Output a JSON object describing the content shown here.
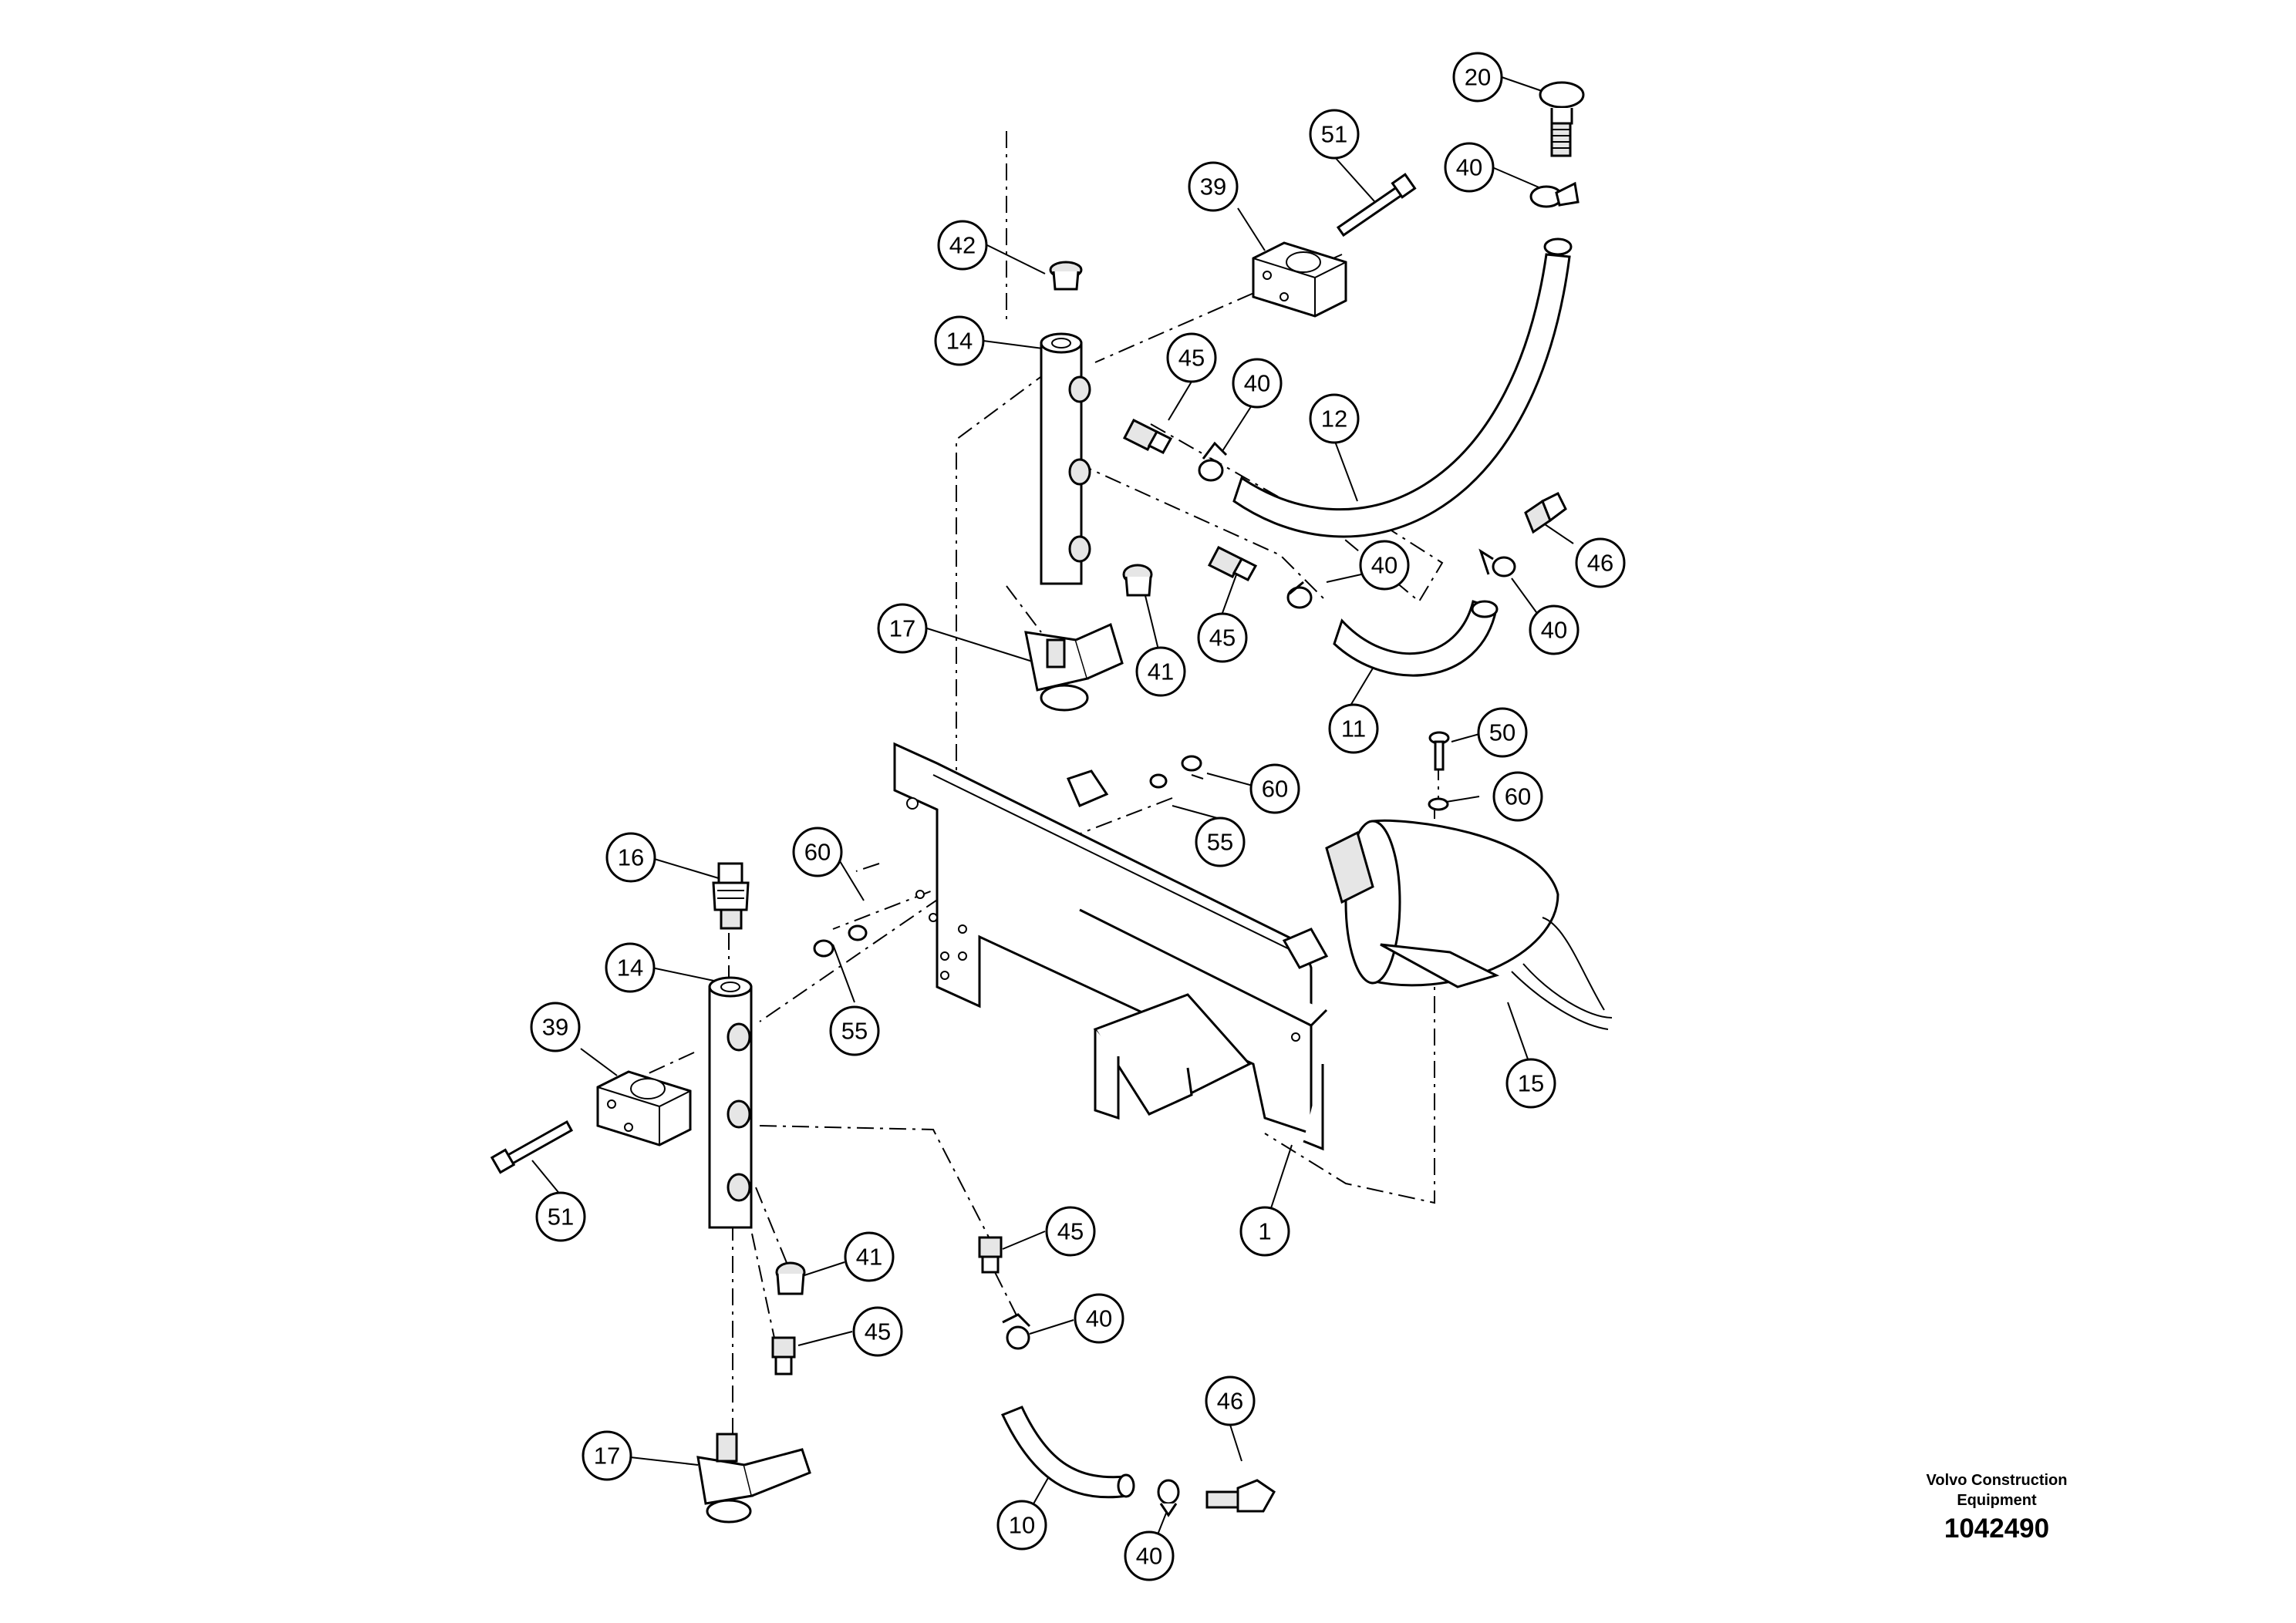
{
  "diagram": {
    "type": "exploded parts diagram",
    "colors": {
      "line": "#000000",
      "background": "#ffffff"
    },
    "callouts": [
      {
        "id": "c-20",
        "label": "20"
      },
      {
        "id": "c-51-top",
        "label": "51"
      },
      {
        "id": "c-40-a",
        "label": "40"
      },
      {
        "id": "c-39-top",
        "label": "39"
      },
      {
        "id": "c-42",
        "label": "42"
      },
      {
        "id": "c-14-top",
        "label": "14"
      },
      {
        "id": "c-45-a",
        "label": "45"
      },
      {
        "id": "c-40-b",
        "label": "40"
      },
      {
        "id": "c-12",
        "label": "12"
      },
      {
        "id": "c-46-a",
        "label": "46"
      },
      {
        "id": "c-40-c",
        "label": "40"
      },
      {
        "id": "c-40-d",
        "label": "40"
      },
      {
        "id": "c-45-b",
        "label": "45"
      },
      {
        "id": "c-17-top",
        "label": "17"
      },
      {
        "id": "c-41-top",
        "label": "41"
      },
      {
        "id": "c-11",
        "label": "11"
      },
      {
        "id": "c-50",
        "label": "50"
      },
      {
        "id": "c-60-a",
        "label": "60"
      },
      {
        "id": "c-55-a",
        "label": "55"
      },
      {
        "id": "c-60-b",
        "label": "60"
      },
      {
        "id": "c-16",
        "label": "16"
      },
      {
        "id": "c-60-c",
        "label": "60"
      },
      {
        "id": "c-14-bot",
        "label": "14"
      },
      {
        "id": "c-55-b",
        "label": "55"
      },
      {
        "id": "c-39-bot",
        "label": "39"
      },
      {
        "id": "c-15",
        "label": "15"
      },
      {
        "id": "c-51-bot",
        "label": "51"
      },
      {
        "id": "c-1",
        "label": "1"
      },
      {
        "id": "c-45-c",
        "label": "45"
      },
      {
        "id": "c-41-bot",
        "label": "41"
      },
      {
        "id": "c-40-e",
        "label": "40"
      },
      {
        "id": "c-45-d",
        "label": "45"
      },
      {
        "id": "c-46-b",
        "label": "46"
      },
      {
        "id": "c-17-bot",
        "label": "17"
      },
      {
        "id": "c-10",
        "label": "10"
      },
      {
        "id": "c-40-f",
        "label": "40"
      }
    ]
  },
  "footer": {
    "company_line1": "Volvo Construction",
    "company_line2": "Equipment",
    "document_number": "1042490"
  }
}
